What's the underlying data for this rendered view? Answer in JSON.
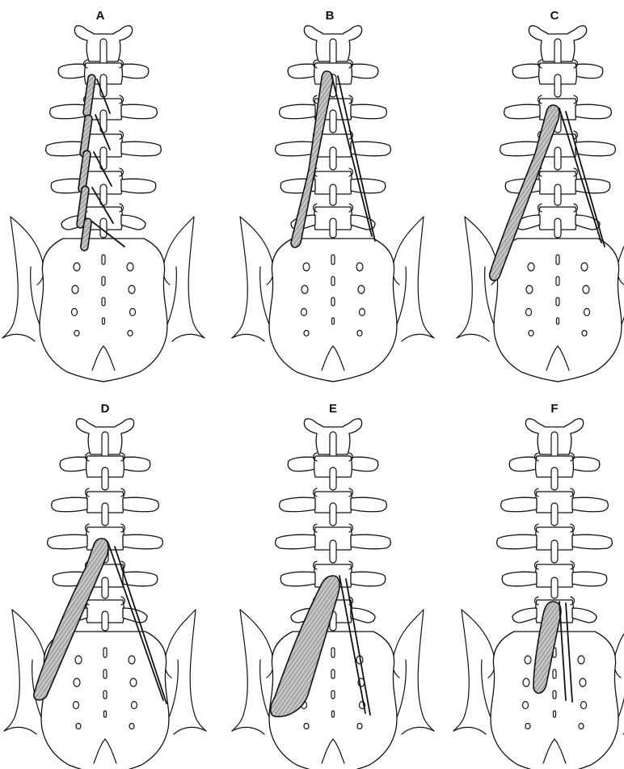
{
  "figure": {
    "panels": [
      {
        "label": "A",
        "muscle_type": "short-segments",
        "tendon_type": "multi-short"
      },
      {
        "label": "B",
        "muscle_type": "medium",
        "tendon_type": "long-pair"
      },
      {
        "label": "C",
        "muscle_type": "long-thin",
        "tendon_type": "long-pair"
      },
      {
        "label": "D",
        "muscle_type": "long-thick",
        "tendon_type": "long-pair"
      },
      {
        "label": "E",
        "muscle_type": "wide-fan",
        "tendon_type": "long-pair"
      },
      {
        "label": "F",
        "muscle_type": "short-thick",
        "tendon_type": "short-pair"
      }
    ]
  },
  "colors": {
    "ink": "#111111",
    "paper": "#ffffff",
    "muscle_fill": "#bdbdbd"
  }
}
